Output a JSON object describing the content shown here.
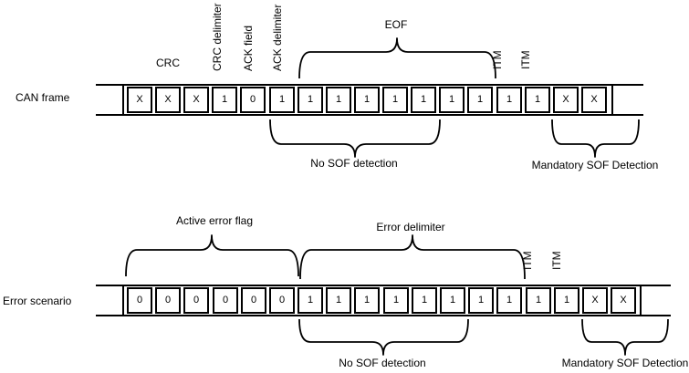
{
  "colors": {
    "line": "#000000",
    "background": "#ffffff"
  },
  "rows": [
    {
      "label": "CAN frame",
      "cells": [
        "X",
        "X",
        "X",
        "1",
        "0",
        "1",
        "1",
        "1",
        "1",
        "1",
        "1",
        "1",
        "1",
        "1",
        "1",
        "X",
        "X"
      ],
      "annotations": {
        "crc": "CRC",
        "crc_delimiter": "CRC delimiter",
        "ack_field": "ACK field",
        "ack_delimiter": "ACK delimiter",
        "eof": "EOF",
        "itm_1": "ITM",
        "itm_2": "ITM",
        "no_sof": "No SOF detection",
        "mandatory_sof": "Mandatory SOF Detection"
      }
    },
    {
      "label": "Error scenario",
      "cells": [
        "0",
        "0",
        "0",
        "0",
        "0",
        "0",
        "1",
        "1",
        "1",
        "1",
        "1",
        "1",
        "1",
        "1",
        "1",
        "1",
        "X",
        "X"
      ],
      "annotations": {
        "active_error_flag": "Active error flag",
        "error_delimiter": "Error delimiter",
        "itm_1": "ITM",
        "itm_2": "ITM",
        "no_sof": "No SOF detection",
        "mandatory_sof": "Mandatory SOF Detection"
      }
    }
  ]
}
